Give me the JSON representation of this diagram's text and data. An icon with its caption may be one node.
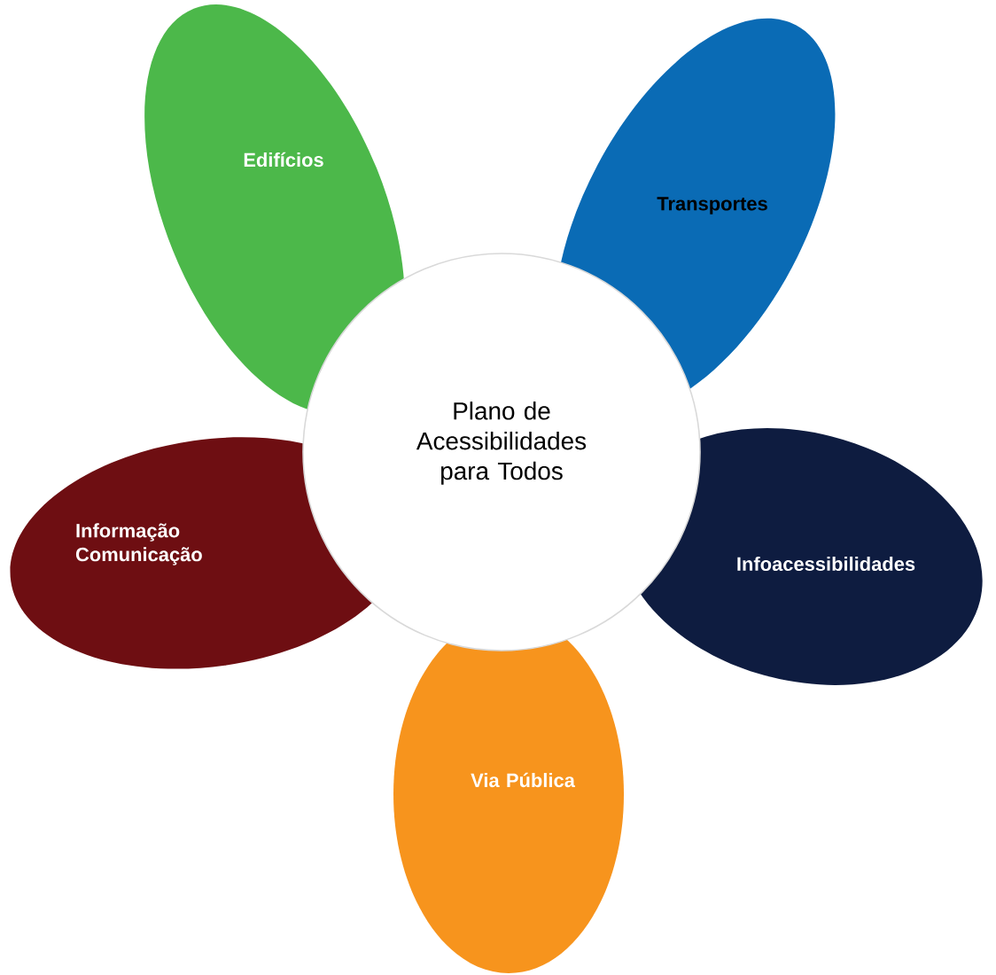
{
  "diagram": {
    "nodes": [
      {
        "text": [
          "Edifícios"
        ]
      },
      {
        "text": [
          "Transportes"
        ]
      },
      {
        "text": [
          "Plano de Acessibilidades para Todos"
        ]
      },
      {
        "text": [
          "Informação Comunicação"
        ]
      },
      {
        "text": [
          "Infoacessibilidades"
        ]
      },
      {
        "text": [
          "Via Pública"
        ]
      }
    ]
  }
}
